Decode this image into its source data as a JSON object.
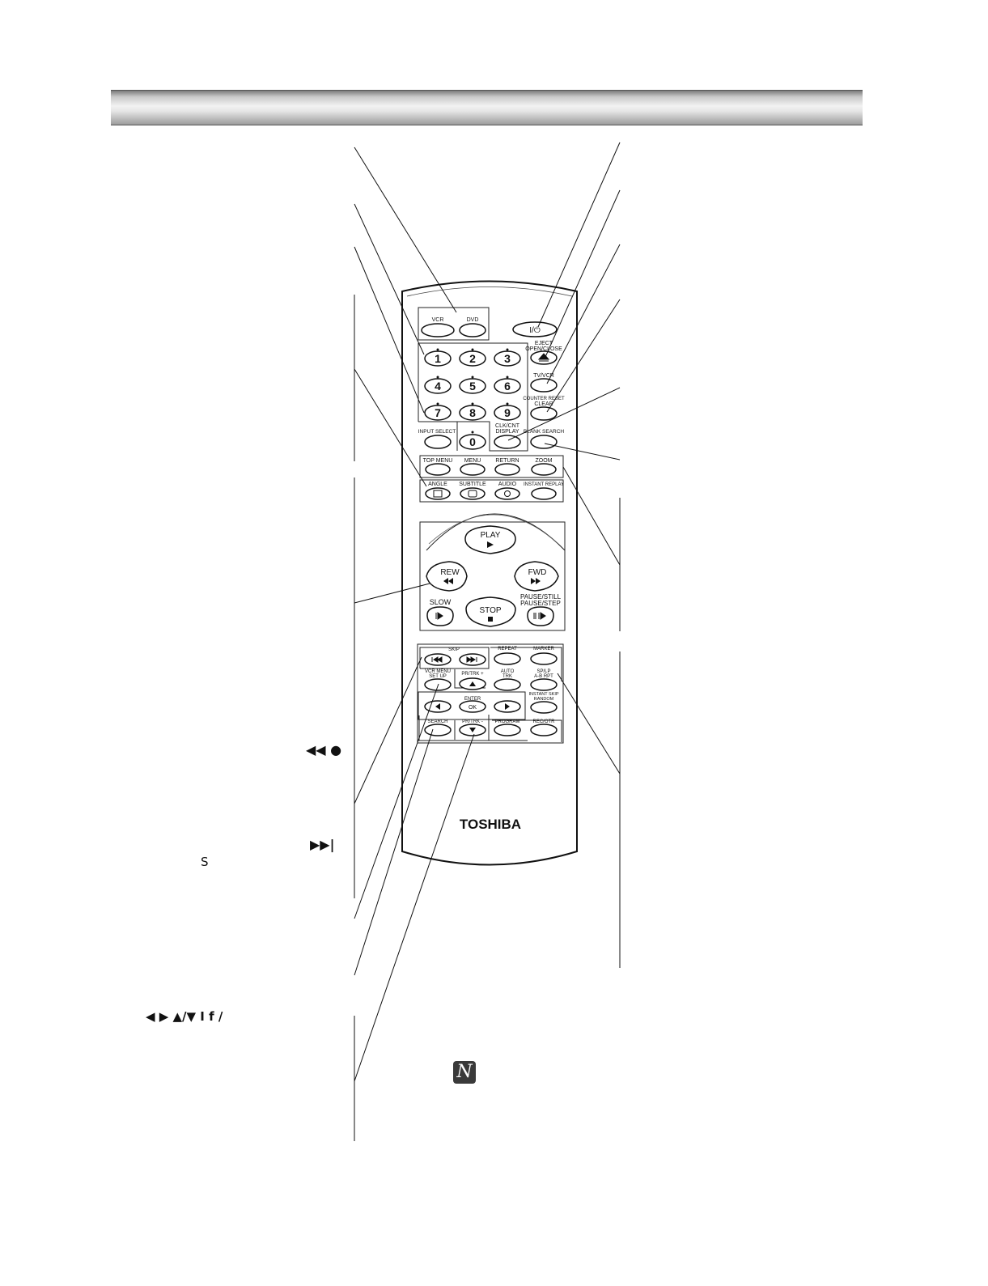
{
  "remote": {
    "brand": "TOSHIBA",
    "mode_buttons": [
      "VCR",
      "DVD"
    ],
    "power_label": "I/⏻",
    "eject_label_1": "EJECT",
    "eject_label_2": "OPEN/CLOSE",
    "tvvcr_label": "TV/VCR",
    "counter_label_1": "COUNTER RESET",
    "counter_label_2": "CLEAR",
    "digits": [
      "1",
      "2",
      "3",
      "4",
      "5",
      "6",
      "7",
      "8",
      "9",
      "0"
    ],
    "input_select_label": "INPUT SELECT",
    "display_label_1": "CLK/CNT",
    "display_label_2": "DISPLAY",
    "blank_search_label": "BLANK SEARCH",
    "menu_row": [
      "TOP MENU",
      "MENU",
      "RETURN",
      "ZOOM"
    ],
    "func_row": [
      "ANGLE",
      "SUBTITLE",
      "AUDIO",
      "INSTANT REPLAY"
    ],
    "play_label": "PLAY",
    "rew_label": "REW",
    "fwd_label": "FWD",
    "slow_label": "SLOW",
    "stop_label": "STOP",
    "pause_label_1": "PAUSE/STILL",
    "pause_label_2": "PAUSE/STEP",
    "skip_label": "SKIP",
    "repeat_label": "REPEAT",
    "marker_label": "MARKER",
    "vcr_menu_label_1": "VCR MENU",
    "vcr_menu_label_2": "SET UP",
    "pr_trk_plus_label": "PR/TRK +",
    "auto_trk_label_1": "AUTO",
    "auto_trk_label_2": "TRK",
    "splp_label_1": "SP/LP",
    "splp_label_2": "A-B RPT",
    "enter_label": "ENTER",
    "ok_label": "OK",
    "instant_skip_label_1": "INSTANT SKIP",
    "instant_skip_label_2": "RANDOM",
    "search_label": "SEARCH",
    "pr_trk_minus_label": "PR/TRK -",
    "program_label": "PROGRAM",
    "rec_otr_label": "REC/OTR"
  },
  "side_symbols": {
    "skip_prev": "◀◀ ●",
    "skip_next": "▶▶|",
    "s_char": "S",
    "arrows": "◀ ▶ ▲/▼   I  f  /"
  },
  "note_icon_char": "N"
}
